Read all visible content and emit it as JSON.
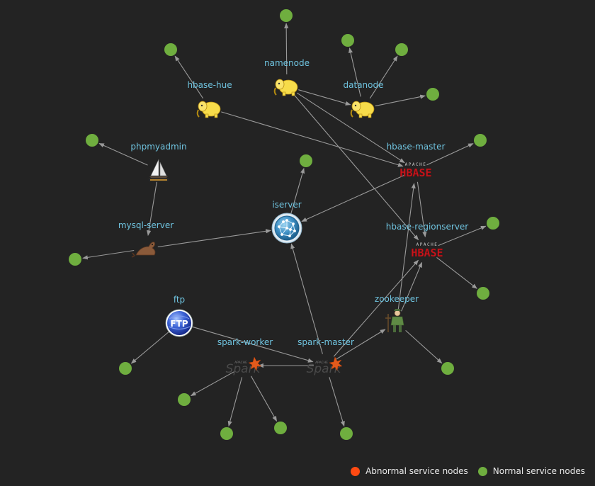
{
  "colors": {
    "background": "#232323",
    "edge": "#9a9a9a",
    "label": "#6fc3df",
    "normal": "#6fae3f",
    "abnormal": "#ff4a12"
  },
  "services": [
    {
      "id": "namenode",
      "label": "namenode",
      "icon": "hadoop-elephant-icon"
    },
    {
      "id": "hbase_hue",
      "label": "hbase-hue",
      "icon": "hadoop-elephant-icon"
    },
    {
      "id": "datanode",
      "label": "datanode",
      "icon": "hadoop-elephant-icon"
    },
    {
      "id": "phpmyadmin",
      "label": "phpmyadmin",
      "icon": "phpmyadmin-sailboat-icon"
    },
    {
      "id": "hbase_master",
      "label": "hbase-master",
      "icon": "apache-hbase-logo-icon",
      "logo_text": "HBASE",
      "logo_sub": "APACHE"
    },
    {
      "id": "iserver",
      "label": "iserver",
      "icon": "network-globe-icon"
    },
    {
      "id": "mysql_server",
      "label": "mysql-server",
      "icon": "mysql-seal-icon"
    },
    {
      "id": "hbase_regionserver",
      "label": "hbase-regionserver",
      "icon": "apache-hbase-logo-icon",
      "logo_text": "HBASE",
      "logo_sub": "APACHE"
    },
    {
      "id": "ftp",
      "label": "ftp",
      "icon": "ftp-globe-icon",
      "logo_text": "FTP"
    },
    {
      "id": "zookeeper",
      "label": "zookeeper",
      "icon": "zookeeper-keeper-icon"
    },
    {
      "id": "spark_worker",
      "label": "spark-worker",
      "icon": "apache-spark-logo-icon",
      "logo_text": "Spark",
      "logo_sub": "APACHE"
    },
    {
      "id": "spark_master",
      "label": "spark-master",
      "icon": "apache-spark-logo-icon",
      "logo_text": "Spark",
      "logo_sub": "APACHE"
    }
  ],
  "status_nodes": [
    {
      "id": "s_namenode",
      "status": "normal"
    },
    {
      "id": "s_hbase_hue",
      "status": "normal"
    },
    {
      "id": "s_datanode_1",
      "status": "normal"
    },
    {
      "id": "s_datanode_2",
      "status": "normal"
    },
    {
      "id": "s_datanode_3",
      "status": "normal"
    },
    {
      "id": "s_phpmyadmin",
      "status": "normal"
    },
    {
      "id": "s_hbase_master",
      "status": "normal"
    },
    {
      "id": "s_iserver",
      "status": "normal"
    },
    {
      "id": "s_mysql",
      "status": "normal"
    },
    {
      "id": "s_regionserver_1",
      "status": "normal"
    },
    {
      "id": "s_regionserver_2",
      "status": "normal"
    },
    {
      "id": "s_ftp",
      "status": "normal"
    },
    {
      "id": "s_zookeeper",
      "status": "normal"
    },
    {
      "id": "s_worker_1",
      "status": "normal"
    },
    {
      "id": "s_worker_2",
      "status": "normal"
    },
    {
      "id": "s_worker_3",
      "status": "normal"
    },
    {
      "id": "s_spark_master",
      "status": "normal"
    }
  ],
  "edges": [
    [
      "namenode",
      "s_namenode"
    ],
    [
      "namenode",
      "datanode"
    ],
    [
      "namenode",
      "hbase_master"
    ],
    [
      "namenode",
      "hbase_regionserver"
    ],
    [
      "datanode",
      "s_datanode_1"
    ],
    [
      "datanode",
      "s_datanode_2"
    ],
    [
      "datanode",
      "s_datanode_3"
    ],
    [
      "hbase_hue",
      "s_hbase_hue"
    ],
    [
      "hbase_hue",
      "hbase_master"
    ],
    [
      "phpmyadmin",
      "s_phpmyadmin"
    ],
    [
      "phpmyadmin",
      "mysql_server"
    ],
    [
      "mysql_server",
      "s_mysql"
    ],
    [
      "mysql_server",
      "iserver"
    ],
    [
      "hbase_master",
      "s_hbase_master"
    ],
    [
      "hbase_master",
      "iserver"
    ],
    [
      "hbase_master",
      "hbase_regionserver"
    ],
    [
      "iserver",
      "s_iserver"
    ],
    [
      "hbase_regionserver",
      "s_regionserver_1"
    ],
    [
      "hbase_regionserver",
      "s_regionserver_2"
    ],
    [
      "zookeeper",
      "hbase_master"
    ],
    [
      "zookeeper",
      "hbase_regionserver"
    ],
    [
      "zookeeper",
      "s_zookeeper"
    ],
    [
      "ftp",
      "s_ftp"
    ],
    [
      "ftp",
      "spark_master"
    ],
    [
      "spark_master",
      "spark_worker"
    ],
    [
      "spark_master",
      "iserver"
    ],
    [
      "spark_master",
      "zookeeper"
    ],
    [
      "spark_master",
      "hbase_regionserver"
    ],
    [
      "spark_master",
      "s_spark_master"
    ],
    [
      "spark_worker",
      "s_worker_1"
    ],
    [
      "spark_worker",
      "s_worker_2"
    ],
    [
      "spark_worker",
      "s_worker_3"
    ]
  ],
  "legend": {
    "abnormal_label": "Abnormal service nodes",
    "normal_label": "Normal service nodes"
  }
}
